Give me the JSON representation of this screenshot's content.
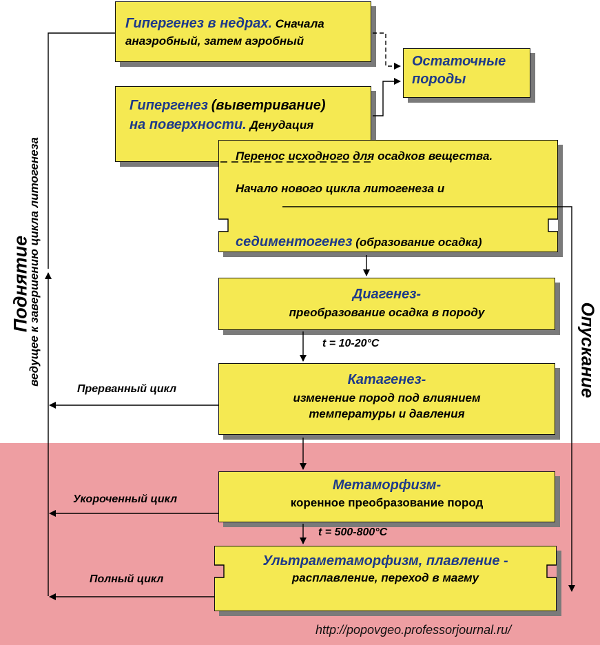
{
  "boxes": {
    "hypergenesis_depth": {
      "title": "Гипергенез в недрах.",
      "tail": "Сначала",
      "line2": "анаэробный, затем аэробный"
    },
    "residual": {
      "line1": "Остаточные",
      "line2": "породы"
    },
    "hypergenesis_surface": {
      "title": "Гипергенез",
      "title_tail": "(выветривание)",
      "line2_title": "на поверхности.",
      "line2_tail": "Денудация"
    },
    "transfer": {
      "line1": "Перенос исходного для осадков  вещества.",
      "line2": "Начало нового цикла литогенеза и",
      "line3_title": "седиментогенез",
      "line3_tail": "(образование осадка)"
    },
    "diagenesis": {
      "title": "Диагенез-",
      "line2": "преобразование осадка в породу"
    },
    "catagenesis": {
      "title": "Катагенез-",
      "line2": "изменение пород под влиянием",
      "line3": "температуры и давления"
    },
    "metamorphism": {
      "title": "Метаморфизм-",
      "line2": "коренное преобразование пород"
    },
    "ultrametamorphism": {
      "title": "Ультраметаморфизм, плавление -",
      "line2": "расплавление, переход в магму"
    }
  },
  "temps": {
    "t1": "t = 10-20°C",
    "t2": "t = 500-800°C"
  },
  "cycles": {
    "interrupted": "Прерванный цикл",
    "shortened": "Укороченный цикл",
    "full": "Полный цикл"
  },
  "sides": {
    "uplift": "Поднятие",
    "uplift_sub": "ведущее к завершению цикла литогенеза",
    "subsidence": "Опускание"
  },
  "url": "http://popovgeo.professorjournal.ru/",
  "colors": {
    "box_fill": "#f5e952",
    "title_blue": "#1e3a8a",
    "zone_pink": "#ee9ea2"
  }
}
